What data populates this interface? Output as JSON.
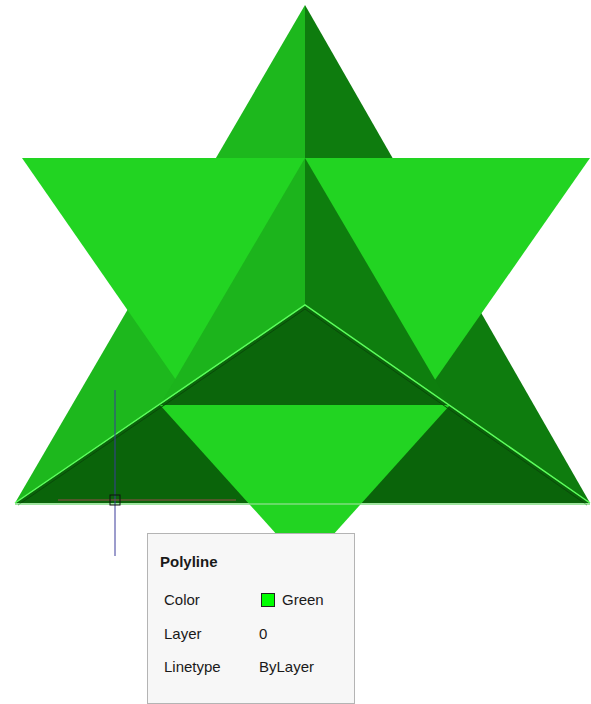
{
  "diagram": {
    "nodes": [
      {
        "text": [
          "Polyline",
          "Color",
          "Green",
          "Layer",
          "0",
          "Linetype",
          "ByLayer"
        ]
      }
    ]
  }
}
